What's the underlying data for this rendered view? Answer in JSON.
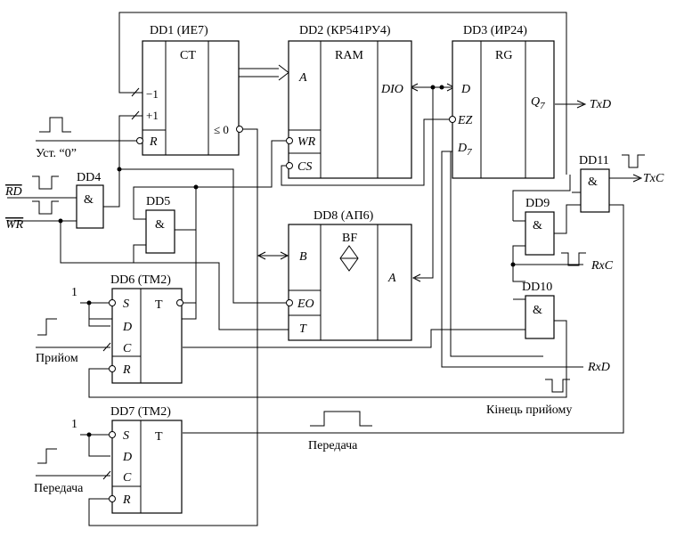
{
  "chips": {
    "dd1": {
      "name": "DD1 (ИЕ7)",
      "func": "CT",
      "pin_m1": "−1",
      "pin_p1": "+1",
      "pin_r": "R",
      "pin_le0": "≤ 0"
    },
    "dd2": {
      "name": "DD2 (КР541РУ4)",
      "func": "RAM",
      "pin_a": "A",
      "pin_dio": "DIO",
      "pin_wr": "WR",
      "pin_cs": "CS"
    },
    "dd3": {
      "name": "DD3 (ИР24)",
      "func": "RG",
      "pin_d": "D",
      "pin_ez": "EZ",
      "pin_d7": "D",
      "pin_d7_sub": "7",
      "pin_q7": "Q",
      "pin_q7_sub": "7"
    },
    "dd4": {
      "name": "DD4",
      "func": "&"
    },
    "dd5": {
      "name": "DD5",
      "func": "&"
    },
    "dd6": {
      "name": "DD6 (ТМ2)",
      "func": "T",
      "pin_s": "S",
      "pin_d": "D",
      "pin_c": "C",
      "pin_r": "R"
    },
    "dd7": {
      "name": "DD7 (ТМ2)",
      "func": "T",
      "pin_s": "S",
      "pin_d": "D",
      "pin_c": "C",
      "pin_r": "R"
    },
    "dd8": {
      "name": "DD8 (АП6)",
      "func": "BF",
      "pin_b": "B",
      "pin_a": "A",
      "pin_eo": "EO",
      "pin_t": "T"
    },
    "dd9": {
      "name": "DD9",
      "func": "&"
    },
    "dd10": {
      "name": "DD10",
      "func": "&"
    },
    "dd11": {
      "name": "DD11",
      "func": "&"
    }
  },
  "signals": {
    "ust0": "Уст. “0”",
    "rd": "RD",
    "wr": "WR",
    "txd": "TxD",
    "txc": "TxC",
    "rxc": "RxC",
    "rxd": "RxD",
    "one_dd6": "1",
    "one_dd7": "1",
    "pryiom": "Прийом",
    "peredacha_in": "Передача",
    "peredacha_lbl": "Передача",
    "kinets": "Кінець прийому"
  }
}
